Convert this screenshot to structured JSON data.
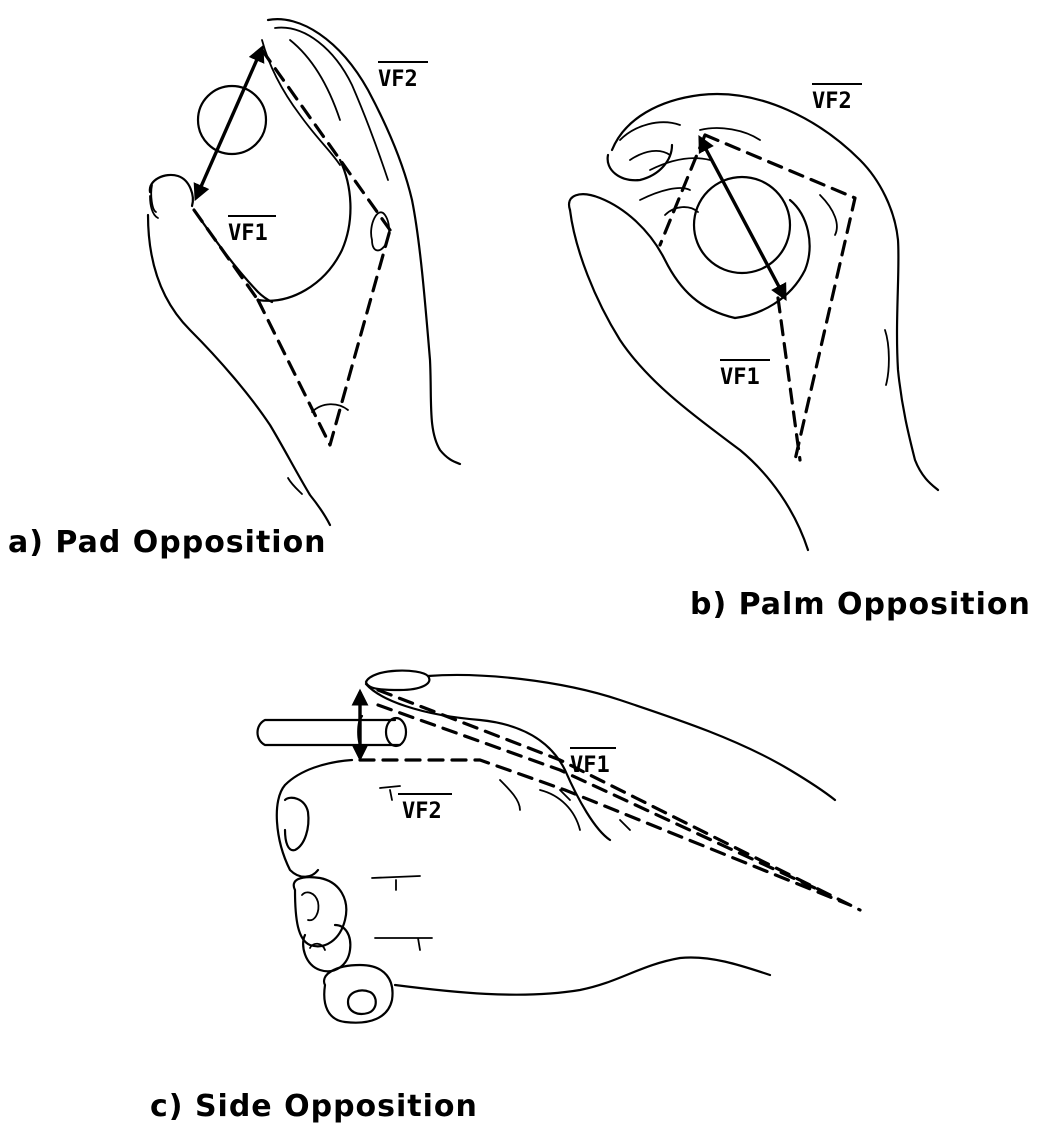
{
  "panels": {
    "pad": {
      "caption": "a) Pad Opposition",
      "vf1": "VF1",
      "vf2": "VF2"
    },
    "palm": {
      "caption": "b) Palm Opposition",
      "vf1": "VF1",
      "vf2": "VF2"
    },
    "side": {
      "caption": "c) Side Opposition",
      "vf1": "VF1",
      "vf2": "VF2"
    }
  }
}
